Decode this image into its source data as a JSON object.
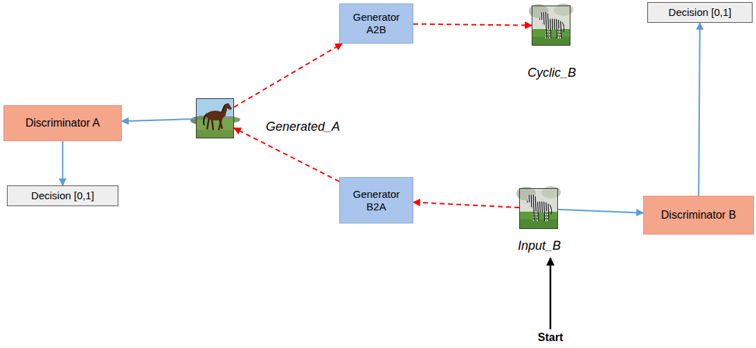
{
  "diagram": {
    "nodes": [
      {
        "text": [
          "Generator A2B"
        ]
      },
      {
        "text": [
          "Cyclic_B"
        ]
      },
      {
        "text": [
          "Decision [0,1]"
        ]
      },
      {
        "text": [
          "Discriminator A"
        ]
      },
      {
        "text": [
          "Generated_A"
        ]
      },
      {
        "text": [
          "Generator B2A"
        ]
      },
      {
        "text": [
          "Input_B"
        ]
      },
      {
        "text": [
          "Discriminator B"
        ]
      },
      {
        "text": [
          "Decision [0,1]"
        ]
      }
    ],
    "edges": [
      {
        "from": 6,
        "to": 5,
        "arrow": "to"
      },
      {
        "from": 5,
        "to": 4,
        "arrow": "to"
      },
      {
        "from": 4,
        "to": 0,
        "arrow": "to"
      },
      {
        "from": 0,
        "to": 1,
        "arrow": "to"
      },
      {
        "from": 4,
        "to": 3,
        "arrow": "to"
      },
      {
        "from": 3,
        "to": 8,
        "arrow": "to"
      },
      {
        "from": 6,
        "to": 7,
        "arrow": "to"
      },
      {
        "from": 7,
        "to": 2,
        "arrow": "to"
      }
    ],
    "labels": [
      "Start"
    ]
  }
}
